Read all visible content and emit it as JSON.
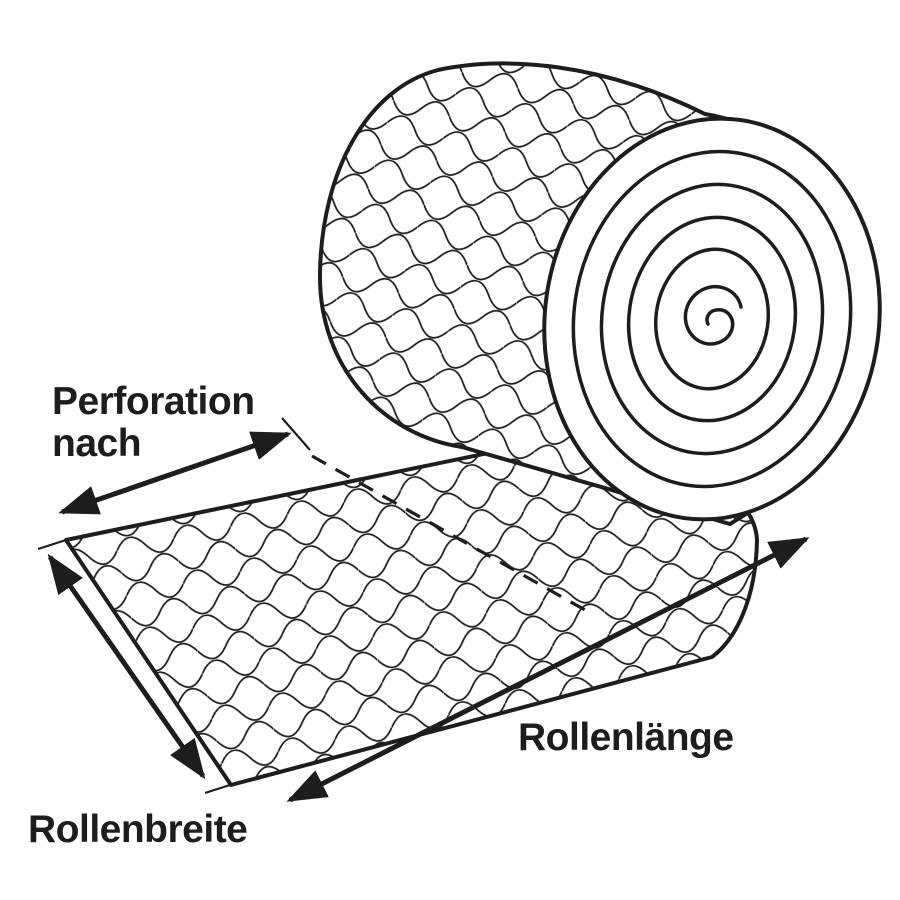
{
  "diagram": {
    "background_color": "#ffffff",
    "line_color": "#1d1d1b",
    "labels": {
      "perforation_line1": "Perforation",
      "perforation_line2": "nach",
      "roll_width": "Rollenbreite",
      "roll_length": "Rollenlänge"
    }
  }
}
